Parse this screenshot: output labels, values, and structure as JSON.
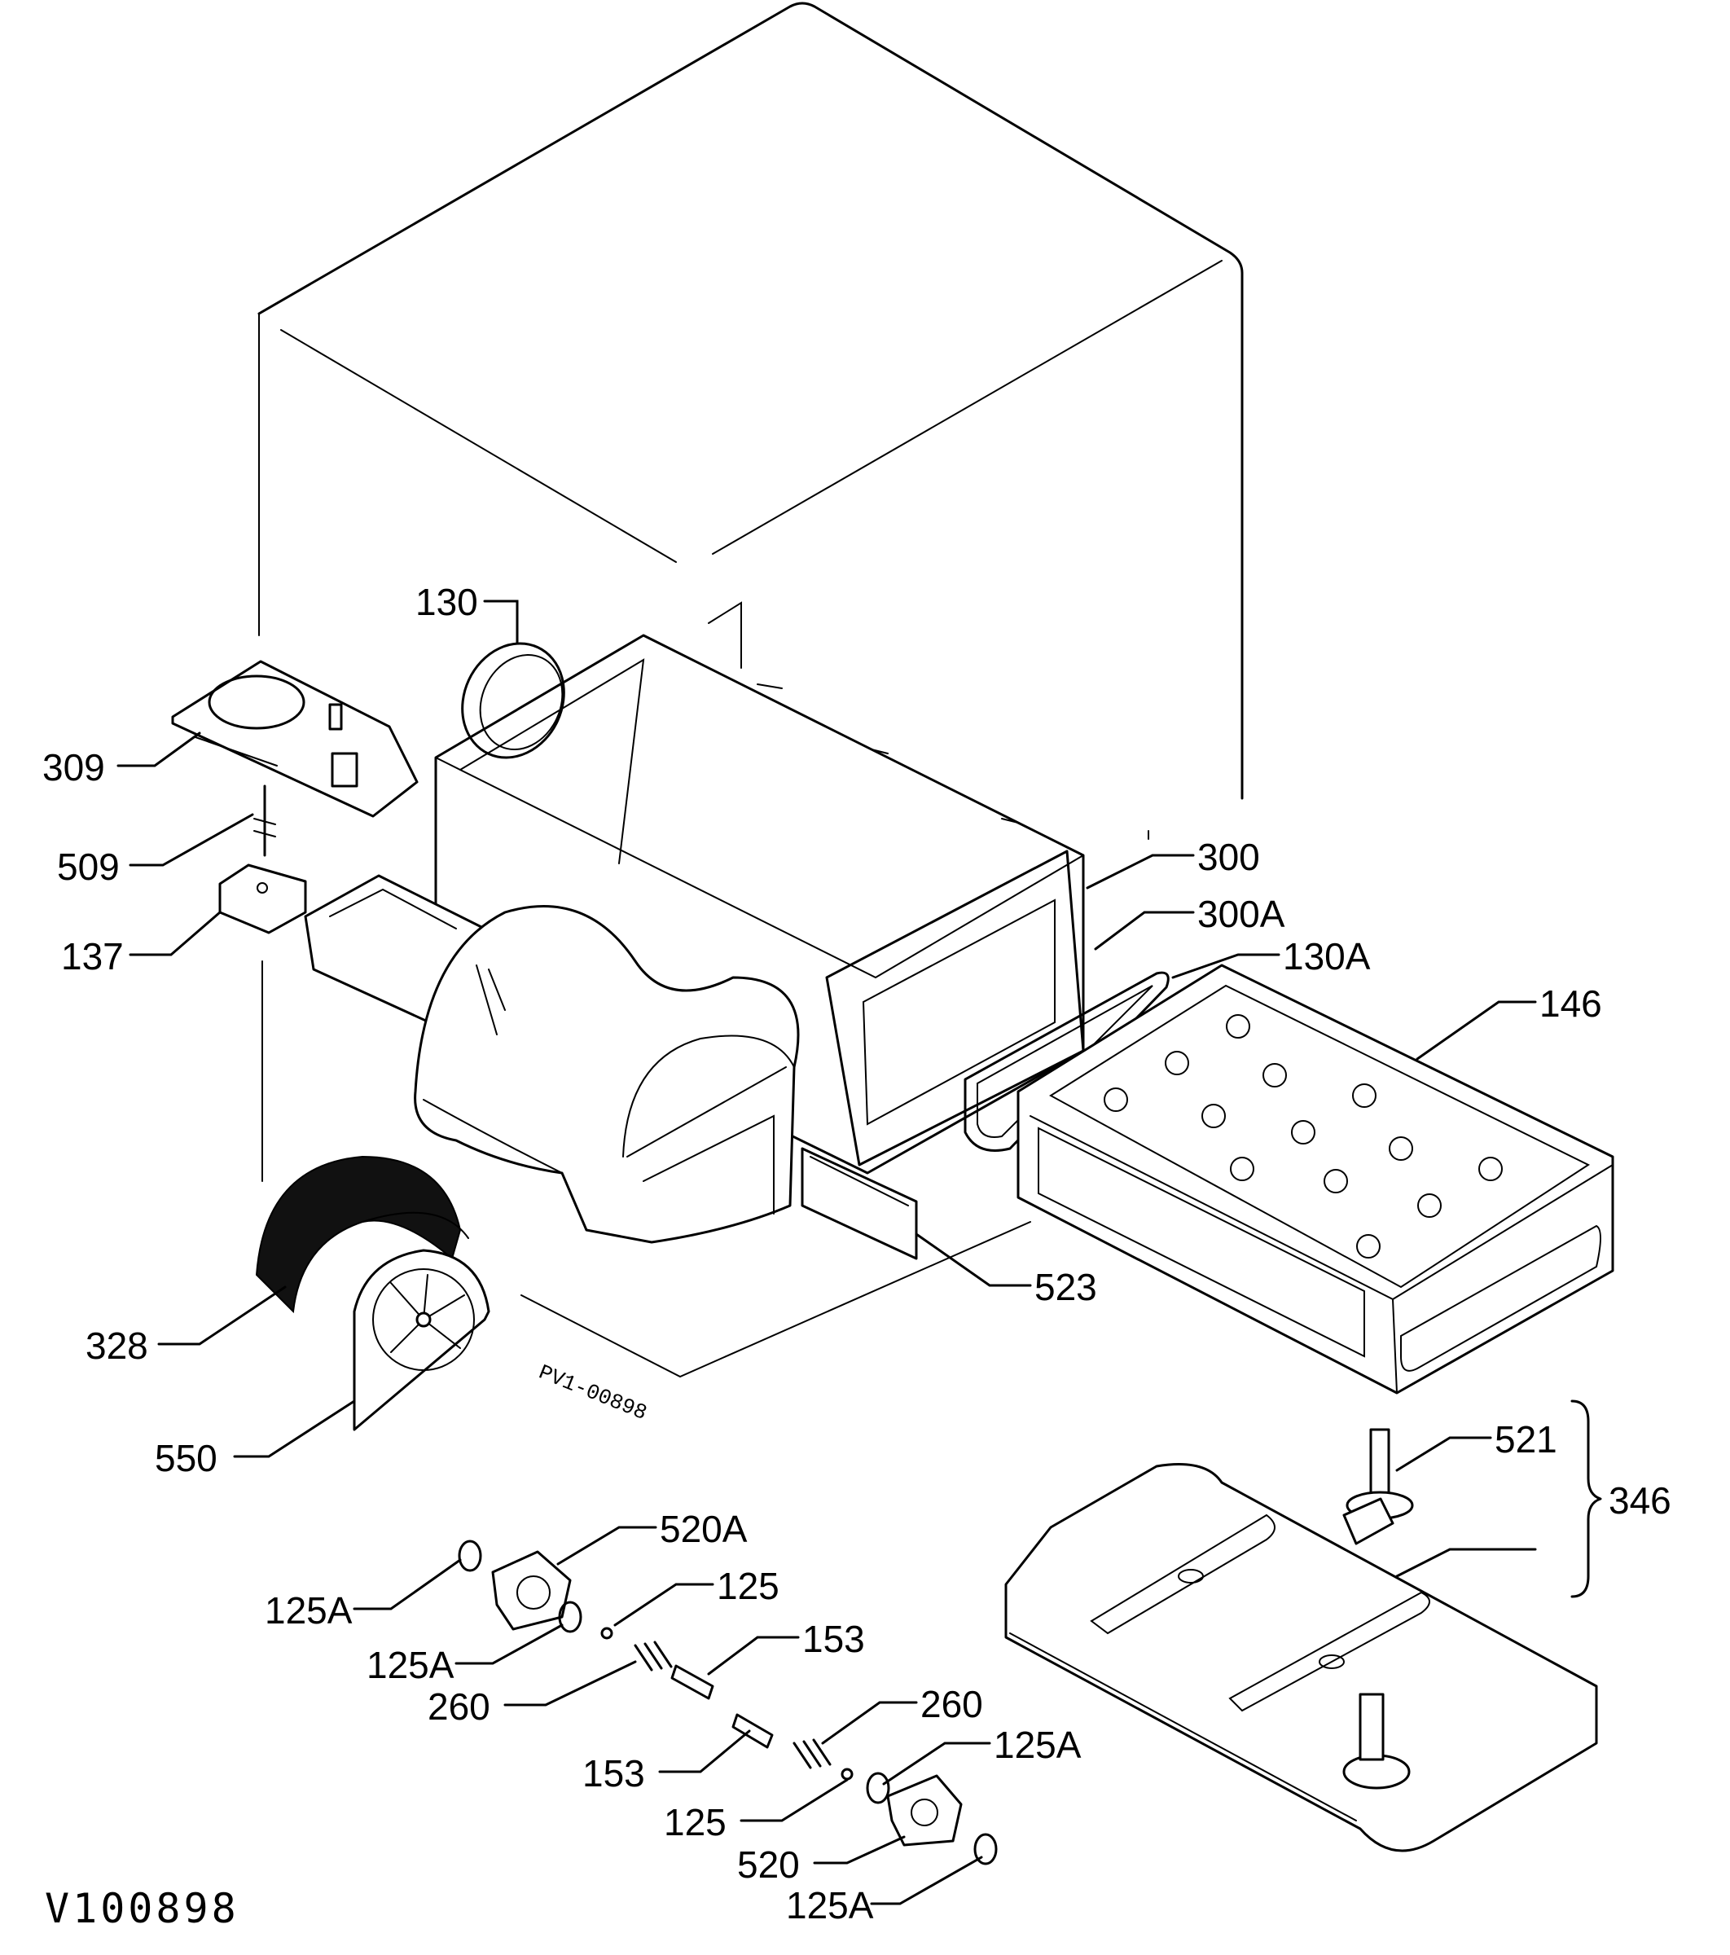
{
  "callouts": [
    {
      "id": "130",
      "text": "130"
    },
    {
      "id": "309",
      "text": "309"
    },
    {
      "id": "509",
      "text": "509"
    },
    {
      "id": "137",
      "text": "137"
    },
    {
      "id": "300",
      "text": "300"
    },
    {
      "id": "300A",
      "text": "300A"
    },
    {
      "id": "130A",
      "text": "130A"
    },
    {
      "id": "146",
      "text": "146"
    },
    {
      "id": "523",
      "text": "523"
    },
    {
      "id": "328",
      "text": "328"
    },
    {
      "id": "550",
      "text": "550"
    },
    {
      "id": "521",
      "text": "521"
    },
    {
      "id": "346",
      "text": "346"
    },
    {
      "id": "520A",
      "text": "520A"
    },
    {
      "id": "125A_1",
      "text": "125A"
    },
    {
      "id": "125_1",
      "text": "125"
    },
    {
      "id": "125A_2",
      "text": "125A"
    },
    {
      "id": "153_1",
      "text": "153"
    },
    {
      "id": "260_1",
      "text": "260"
    },
    {
      "id": "260_2",
      "text": "260"
    },
    {
      "id": "153_2",
      "text": "153"
    },
    {
      "id": "125A_3",
      "text": "125A"
    },
    {
      "id": "125_2",
      "text": "125"
    },
    {
      "id": "520",
      "text": "520"
    },
    {
      "id": "125A_4",
      "text": "125A"
    }
  ],
  "drawing_stamp": "PV1-00898",
  "drawing_code": "V100898"
}
